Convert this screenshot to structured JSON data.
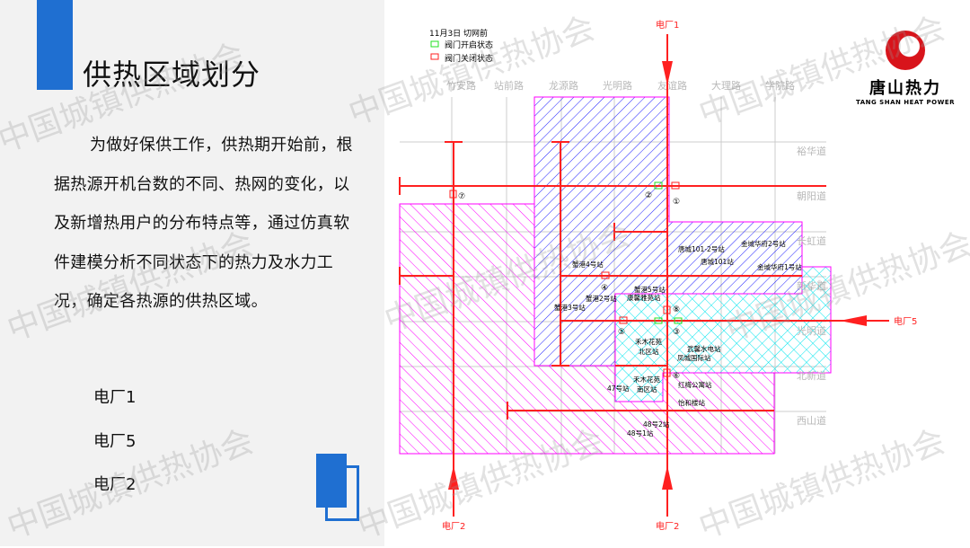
{
  "slide": {
    "title": "供热区域划分",
    "paragraph": "为做好保供工作，供热期开始前，根据热源开机台数的不同、热网的变化，以及新增热用户的分布特点等，通过仿真软件建模分析不同状态下的热力及水力工况，确定各热源的供热区域。",
    "plants": [
      "电厂1",
      "电厂5",
      "电厂2"
    ]
  },
  "logo": {
    "cn": "唐山热力",
    "en": "TANG SHAN HEAT POWER"
  },
  "watermark": "中国城镇供热协会",
  "map": {
    "legend": {
      "title": "11月3日 切网前",
      "open": "阀门开启状态",
      "closed": "阀门关闭状态"
    },
    "roads_ns": [
      "竹安路",
      "站前路",
      "龙源路",
      "光明路",
      "友谊路",
      "大理路",
      "学院路"
    ],
    "roads_ew": [
      "裕华道",
      "朝阳道",
      "长虹道",
      "新华道",
      "光明道",
      "北新道",
      "西山道"
    ],
    "plants": {
      "p1": "电厂1",
      "p5": "电厂5",
      "p2a": "电厂2",
      "p2b": "电厂2"
    },
    "valves": [
      "①",
      "②",
      "③",
      "④",
      "⑤",
      "⑥",
      "⑦",
      "⑧"
    ],
    "stations": [
      "唐城101-2号站",
      "唐城101站",
      "金域华府2号站",
      "金域华府1号站",
      "蟹港4号站",
      "蟹港5号站",
      "康馨雅苑站",
      "蟹港2号站",
      "蟹港3号站",
      "禾木花苑",
      "北区站",
      "武馨水电站",
      "凤城国际站",
      "禾木花苑",
      "南区站",
      "47号站",
      "红梅公寓站",
      "怡和楼站",
      "48号2站",
      "48号1站"
    ],
    "colors": {
      "pipe": "#ff2020",
      "zone1": "#2020ff",
      "zone2": "#ff00ff",
      "zone5": "#00e5ee",
      "valve_open": "#20e020"
    }
  }
}
